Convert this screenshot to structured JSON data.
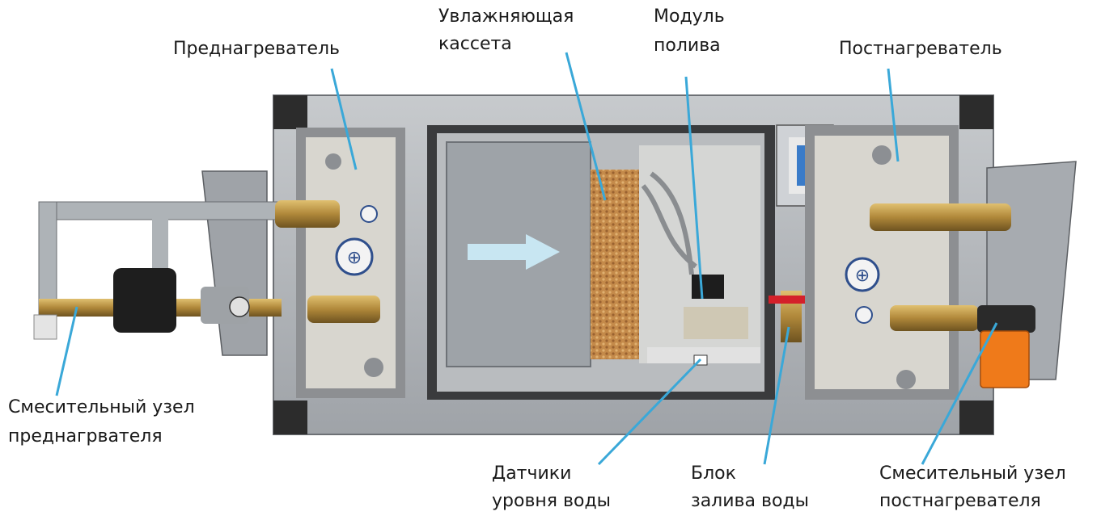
{
  "labels": {
    "preheater": "Преднагреватель",
    "humid_cassette_1": "Увлажняющая",
    "humid_cassette_2": "кассета",
    "watering_module_1": "Модуль",
    "watering_module_2": "полива",
    "postheater": "Постнагреватель",
    "preheater_mixing_1": "Смесительный узел",
    "preheater_mixing_2": "преднагрвателя",
    "water_level_1": "Датчики",
    "water_level_2": "уровня воды",
    "water_fill_1": "Блок",
    "water_fill_2": "залива воды",
    "postheater_mixing_1": "Смесительный узел",
    "postheater_mixing_2": "постнагревателя"
  },
  "colors": {
    "leader": "#3aa8d8",
    "frame": "#a9adb2",
    "panel": "#c9c7c0",
    "brass": "#b0883a",
    "actuator": "#ef7a1a"
  }
}
